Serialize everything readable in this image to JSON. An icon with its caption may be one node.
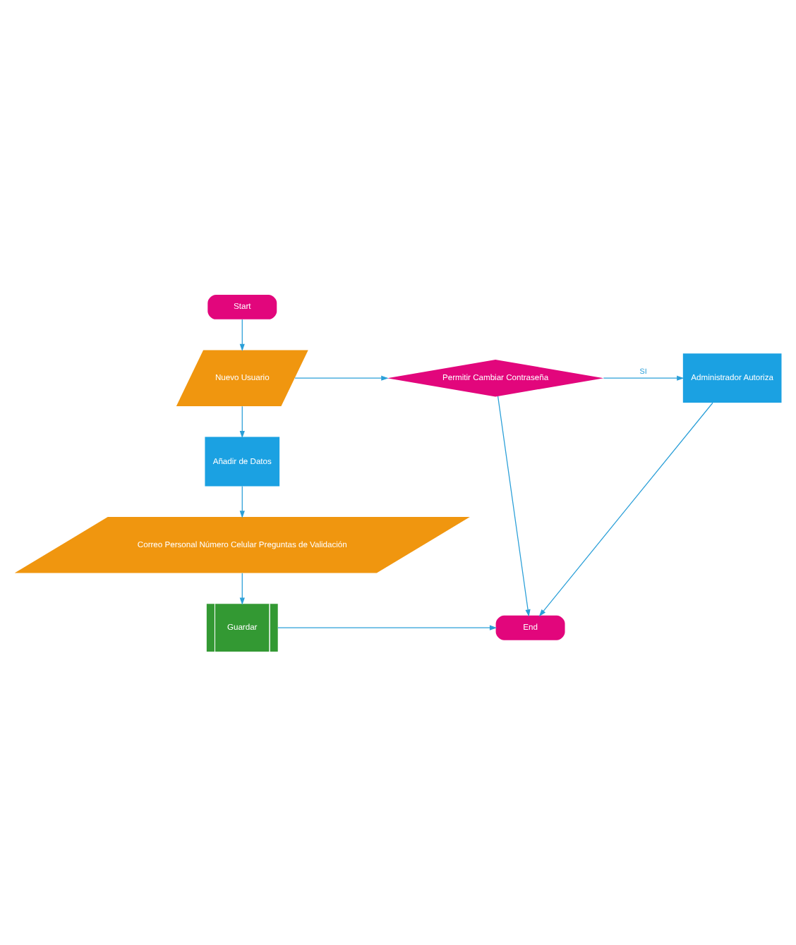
{
  "diagram": {
    "nodes": [
      {
        "text": [
          "Start"
        ]
      },
      {
        "text": [
          "Nuevo Usuario"
        ]
      },
      {
        "text": [
          "Permitir Cambiar Contraseña"
        ]
      },
      {
        "text": [
          "Administrador Autoriza"
        ]
      },
      {
        "text": [
          "Añadir de Datos"
        ]
      },
      {
        "text": [
          "Correo Personal Número Celular Preguntas de Validación"
        ]
      },
      {
        "text": [
          "Guardar"
        ]
      },
      {
        "text": [
          "End"
        ]
      }
    ],
    "edges": [
      {
        "from": 0,
        "to": 1,
        "arrow": "to"
      },
      {
        "from": 1,
        "to": 2,
        "arrow": "to"
      },
      {
        "from": 2,
        "to": 3,
        "arrow": "to",
        "label": "SI"
      },
      {
        "from": 1,
        "to": 4,
        "arrow": "to"
      },
      {
        "from": 4,
        "to": 5,
        "arrow": "to"
      },
      {
        "from": 5,
        "to": 6,
        "arrow": "to"
      },
      {
        "from": 6,
        "to": 7,
        "arrow": "to"
      },
      {
        "from": 2,
        "to": 7,
        "arrow": "to"
      },
      {
        "from": 3,
        "to": 7,
        "arrow": "to"
      }
    ]
  }
}
